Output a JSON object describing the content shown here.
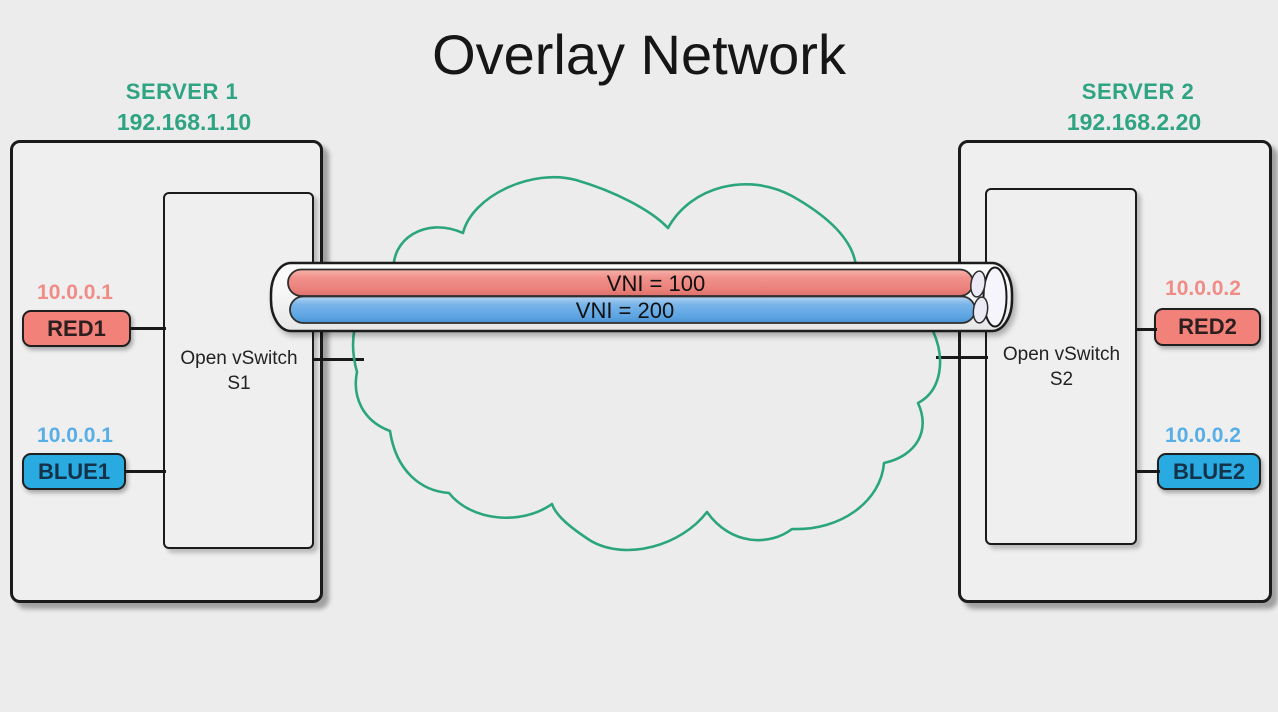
{
  "title": "Overlay Network",
  "servers": [
    {
      "name": "SERVER 1",
      "ip": "192.168.1.10",
      "switch_line1": "Open vSwitch",
      "switch_line2": "S1",
      "hosts": [
        {
          "label": "RED1",
          "ip": "10.0.0.1"
        },
        {
          "label": "BLUE1",
          "ip": "10.0.0.1"
        }
      ]
    },
    {
      "name": "SERVER 2",
      "ip": "192.168.2.20",
      "switch_line1": "Open vSwitch",
      "switch_line2": "S2",
      "hosts": [
        {
          "label": "RED2",
          "ip": "10.0.0.2"
        },
        {
          "label": "BLUE2",
          "ip": "10.0.0.2"
        }
      ]
    }
  ],
  "tunnels": [
    {
      "label": "VNI = 100",
      "color": "#EA807A"
    },
    {
      "label": "VNI = 200",
      "color": "#5CA4E2"
    }
  ],
  "colors": {
    "background": "#ECECEC",
    "green_accent": "#2EA482",
    "cloud_stroke": "#2BA57E",
    "red_fill": "#F18179",
    "blue_fill": "#29ABE2",
    "red_ip_text": "#F08C86",
    "blue_ip_text": "#58AEE6",
    "outline": "#1B1B1B"
  }
}
